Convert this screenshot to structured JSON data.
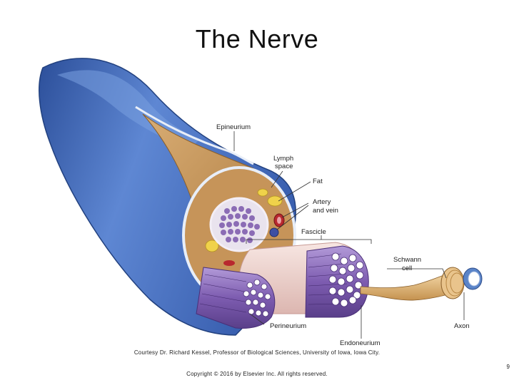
{
  "slide": {
    "title": "The Nerve",
    "caption": "Courtesy Dr. Richard Kessel, Professor of Biological Sciences, University of Iowa, Iowa City.",
    "copyright": "Copyright © 2016 by Elsevier Inc. All rights reserved.",
    "page_number": "9"
  },
  "labels": {
    "epineurium": "Epineurium",
    "lymph_line1": "Lymph",
    "lymph_line2": "space",
    "fat": "Fat",
    "artery_line1": "Artery",
    "artery_line2": "and vein",
    "fascicle": "Fascicle",
    "schwann_line1": "Schwann",
    "schwann_line2": "cell",
    "axon": "Axon",
    "perineurium": "Perineurium",
    "endoneurium": "Endoneurium"
  },
  "colors": {
    "epineurium_blue": "#4f77c2",
    "connective_tan": "#c99a5c",
    "fat_yellow": "#f0d24a",
    "fascicle_purple": "#8a6ab8",
    "perineurium_pink": "#f1d6d2",
    "artery_red": "#b8282e"
  }
}
